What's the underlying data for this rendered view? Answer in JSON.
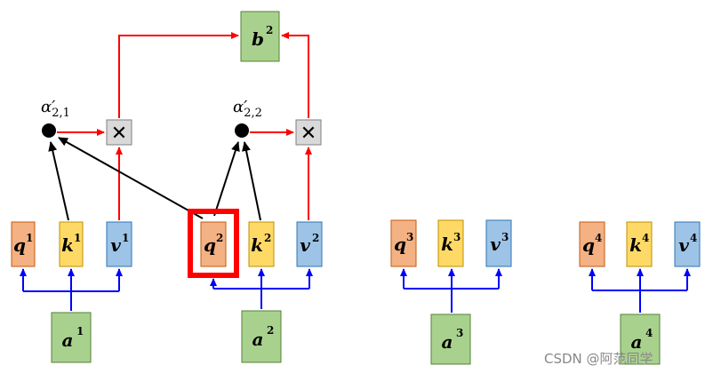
{
  "colors": {
    "q_fill": "#F4B183",
    "q_stroke": "#C55A11",
    "k_fill": "#FFD966",
    "k_stroke": "#BF9000",
    "v_fill": "#9DC3E6",
    "v_stroke": "#2E75B6",
    "a_fill": "#A9D18E",
    "a_stroke": "#548235",
    "red": "#FF0000",
    "blue": "#0000FF",
    "black": "#000000",
    "mult_fill": "#D9D9D9",
    "highlight": "#FF0000"
  },
  "output": {
    "base": "b",
    "sup": "2"
  },
  "weights": [
    {
      "symbol": "α",
      "prime": "′",
      "sub": "2,1"
    },
    {
      "symbol": "α",
      "prime": "′",
      "sub": "2,2"
    }
  ],
  "multiply_symbol": "✕",
  "groups": [
    {
      "a": {
        "base": "a",
        "sup": "1"
      },
      "q": {
        "base": "q",
        "sup": "1"
      },
      "k": {
        "base": "k",
        "sup": "1"
      },
      "v": {
        "base": "v",
        "sup": "1"
      }
    },
    {
      "a": {
        "base": "a",
        "sup": "2"
      },
      "q": {
        "base": "q",
        "sup": "2"
      },
      "k": {
        "base": "k",
        "sup": "2"
      },
      "v": {
        "base": "v",
        "sup": "2"
      }
    },
    {
      "a": {
        "base": "a",
        "sup": "3"
      },
      "q": {
        "base": "q",
        "sup": "3"
      },
      "k": {
        "base": "k",
        "sup": "3"
      },
      "v": {
        "base": "v",
        "sup": "3"
      }
    },
    {
      "a": {
        "base": "a",
        "sup": "4"
      },
      "q": {
        "base": "q",
        "sup": "4"
      },
      "k": {
        "base": "k",
        "sup": "4"
      },
      "v": {
        "base": "v",
        "sup": "4"
      }
    }
  ],
  "watermark": "CSDN @阿范同学"
}
